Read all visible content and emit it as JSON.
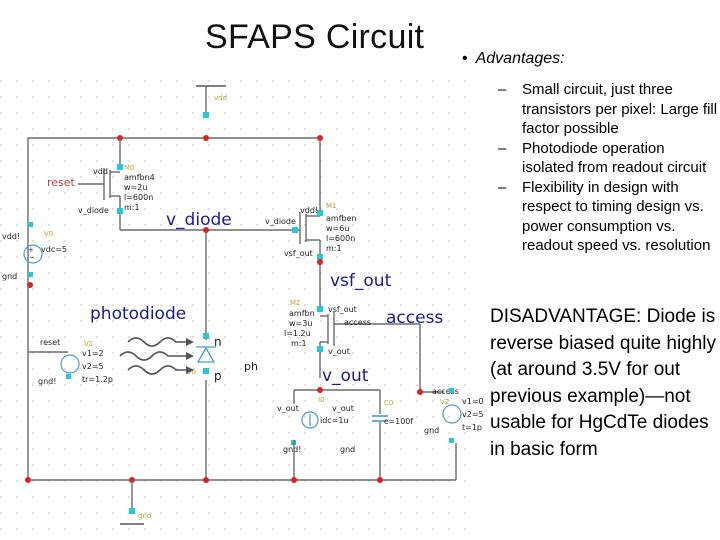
{
  "slide": {
    "title": "SFAPS Circuit",
    "bullet_heading": "Advantages:",
    "advantages": [
      "Small circuit, just three transistors per pixel: Large fill factor possible",
      "Photodiode operation isolated from readout circuit",
      "Flexibility in design with respect to timing design vs. power consumption vs. readout speed vs. resolution"
    ],
    "disadvantage": "DISADVANTAGE: Diode is reverse biased quite highly (at around 3.5V for out previous example)—not usable for HgCdTe diodes in basic form"
  },
  "schematic": {
    "net_labels": {
      "v_diode": "v_diode",
      "vsf_out": "vsf_out",
      "access": "access",
      "v_out": "v_out",
      "photodiode": "photodiode",
      "n": "n",
      "p": "p",
      "ph": "ph"
    },
    "pin_labels": {
      "vdd_top": "vdd",
      "reset_gate": "reset",
      "reset_pin": "reset",
      "vdd_m0": "vdd",
      "v_diode_m0": "v_diode",
      "vdd_m1": "vdd!",
      "v_diode_m1": "v_diode",
      "vsf_out_m1": "vsf_out",
      "vsf_out_m2": "vsf_out",
      "access_m2": "access",
      "v_out_m2": "v_out",
      "vdd_src": "vdd!",
      "gnd_src": "gnd",
      "reset_src": "reset",
      "gnd_reset": "gnd!",
      "v_out_i": "v_out",
      "v_out_i2": "v_out",
      "gnd_i": "gnd!",
      "gnd_i2": "gnd",
      "access_src": "access",
      "gnd_access": "gnd",
      "gnd_bottom": "gnd"
    },
    "device_params": {
      "m0": [
        "amfbn4",
        "w=2u",
        "l=600n",
        "m:1"
      ],
      "m1": [
        "amfben",
        "w=6u",
        "l=600n",
        "m:1"
      ],
      "m2": [
        "amfbn",
        "w=3u",
        "l=1.2u",
        "m:1"
      ],
      "vdd_src": [
        "vdc=5"
      ],
      "reset_src": [
        "v1=2",
        "v2=5",
        "tr=1.2p"
      ],
      "i_src": [
        "idc=1u"
      ],
      "cap": [
        "c=100f"
      ],
      "access_src": [
        "v1=0",
        "v2=5",
        "t=1p"
      ]
    },
    "instance_names": {
      "vdd_src": "V0",
      "m0": "M0",
      "m1": "M1",
      "m2": "M2",
      "reset_src": "V1",
      "diode": "D0",
      "i_src": "I0",
      "cap": "C0",
      "access_src": "V2"
    }
  }
}
